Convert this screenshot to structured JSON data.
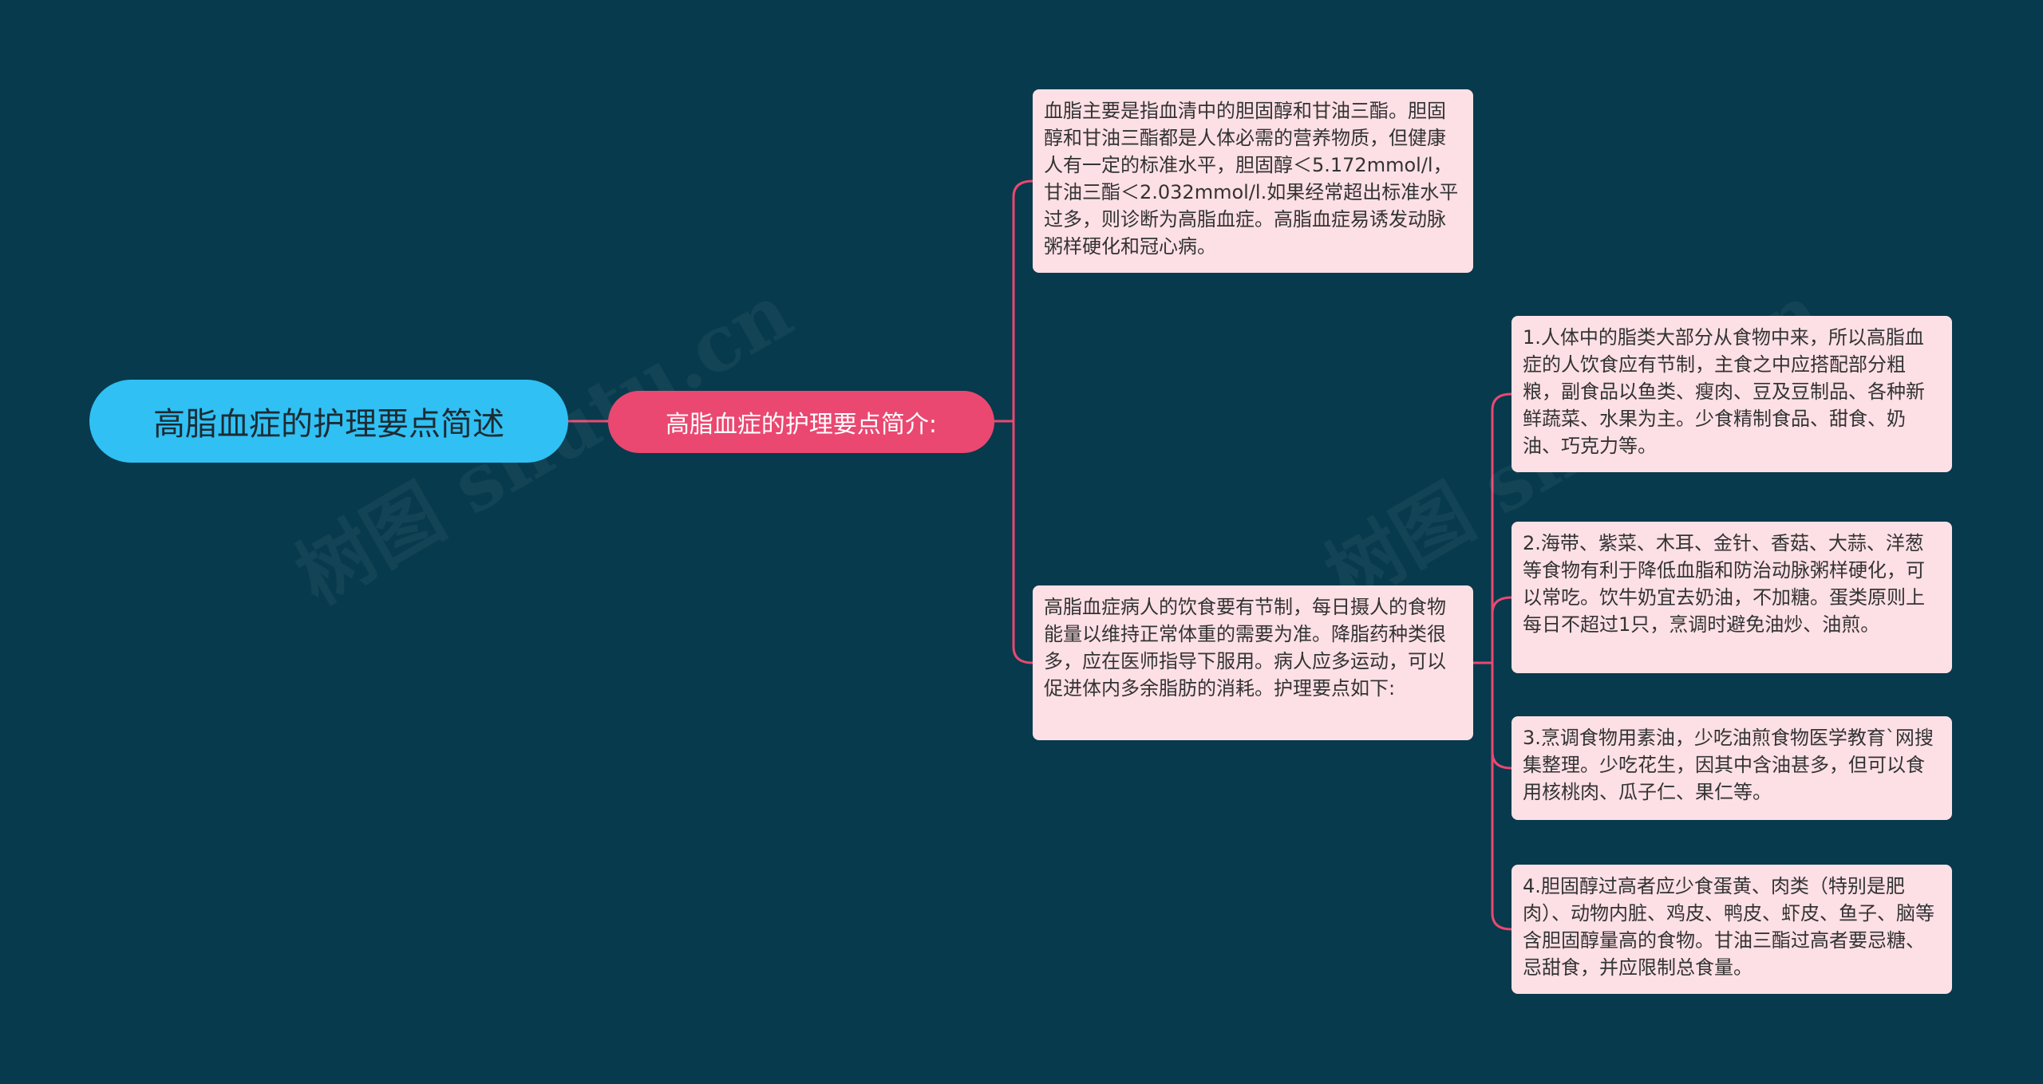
{
  "colors": {
    "background": "#073a4c",
    "root_fill": "#30c0f4",
    "branch_fill": "#ea4871",
    "card_fill": "#fde0e6",
    "connector": "#ea4871"
  },
  "root": {
    "label": "高脂血症的护理要点简述"
  },
  "branch": {
    "label": "高脂血症的护理要点简介:"
  },
  "leaves": {
    "intro": "血脂主要是指血清中的胆固醇和甘油三酯。胆固醇和甘油三酯都是人体必需的营养物质，但健康人有一定的标准水平，胆固醇＜5.172mmol/l，甘油三酯＜2.032mmol/l.如果经常超出标准水平过多，则诊断为高脂血症。高脂血症易诱发动脉粥样硬化和冠心病。",
    "diet": "高脂血症病人的饮食要有节制，每日摄人的食物能量以维持正常体重的需要为准。降脂药种类很多，应在医师指导下服用。病人应多运动，可以促进体内多余脂肪的消耗。护理要点如下:"
  },
  "points": [
    "1.人体中的脂类大部分从食物中来，所以高脂血症的人饮食应有节制，主食之中应搭配部分粗粮，副食品以鱼类、瘦肉、豆及豆制品、各种新鲜蔬菜、水果为主。少食精制食品、甜食、奶油、巧克力等。",
    "2.海带、紫菜、木耳、金针、香菇、大蒜、洋葱等食物有利于降低血脂和防治动脉粥样硬化，可以常吃。饮牛奶宜去奶油，不加糖。蛋类原则上每日不超过1只，烹调时避免油炒、油煎。",
    "3.烹调食物用素油，少吃油煎食物医学教育`网搜集整理。少吃花生，因其中含油甚多，但可以食用核桃肉、瓜子仁、果仁等。",
    "4.胆固醇过高者应少食蛋黄、肉类（特别是肥肉）、动物内脏、鸡皮、鸭皮、虾皮、鱼子、脑等含胆固醇量高的食物。甘油三酯过高者要忌糖、忌甜食，并应限制总食量。"
  ],
  "watermark": {
    "text": "树图 shutu.cn"
  }
}
